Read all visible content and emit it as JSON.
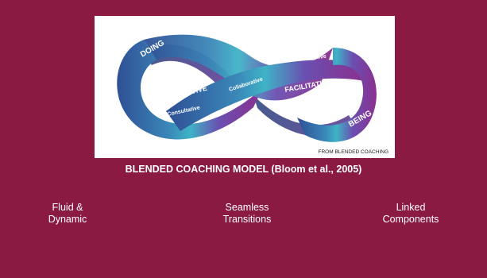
{
  "slide": {
    "background_color": "#8a1a42",
    "figure": {
      "labels": {
        "doing": "DOING",
        "instructive": "INSTRUCTIVE",
        "consultative": "Consultative",
        "collaborative": "Collaborative",
        "transformative": "Transformative",
        "facilitative": "FACILITATIVE",
        "being": "BEING"
      },
      "source": "FROM BLENDED COACHING"
    },
    "caption": "BLENDED COACHING MODEL (Bloom et al., 2005)",
    "points": [
      {
        "line1": "Fluid &",
        "line2": "Dynamic"
      },
      {
        "line1": "Seamless",
        "line2": "Transitions"
      },
      {
        "line1": "Linked",
        "line2": "Components"
      }
    ]
  }
}
